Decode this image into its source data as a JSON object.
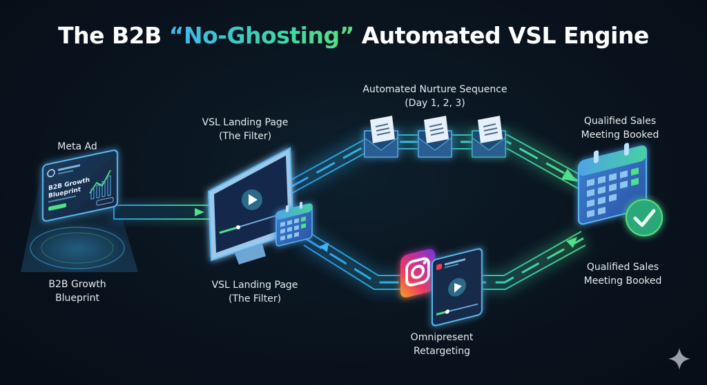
{
  "title": {
    "prefix": "The B2B ",
    "highlight": "“No-Ghosting”",
    "suffix": " Automated VSL Engine"
  },
  "nodes": {
    "meta_ad": {
      "label": "Meta Ad",
      "caption_line1": "B2B Growth",
      "caption_line2": "Blueprint",
      "card_title_line1": "B2B Growth",
      "card_title_line2": "Blueprint"
    },
    "vsl_top": {
      "line1": "VSL Landing Page",
      "line2": "(The Filter)"
    },
    "vsl_bottom": {
      "line1": "VSL Landing Page",
      "line2": "(The Filter)"
    },
    "nurture": {
      "line1": "Automated Nurture Sequence",
      "line2": "(Day 1, 2, 3)",
      "emails": [
        "day-1",
        "day-2",
        "day-3"
      ]
    },
    "booked_top": {
      "line1": "Qualified Sales",
      "line2": "Meeting Booked"
    },
    "booked_bottom": {
      "line1": "Qualified Sales",
      "line2": "Meeting Booked"
    },
    "retargeting": {
      "line1": "Omnipresent",
      "line2": "Retargeting"
    }
  },
  "icons": {
    "ad_card": "ad-card-icon",
    "monitor": "video-monitor-icon",
    "calendar_small": "calendar-icon",
    "email": "email-envelope-icon",
    "calendar_booked": "calendar-check-icon",
    "instagram": "instagram-icon",
    "video_ad": "video-ad-icon",
    "sparkle": "sparkle-icon"
  },
  "colors": {
    "background": "#0a1520",
    "blue_accent": "#3fb4f0",
    "green_accent": "#4fe08a",
    "title_text": "#ffffff"
  }
}
